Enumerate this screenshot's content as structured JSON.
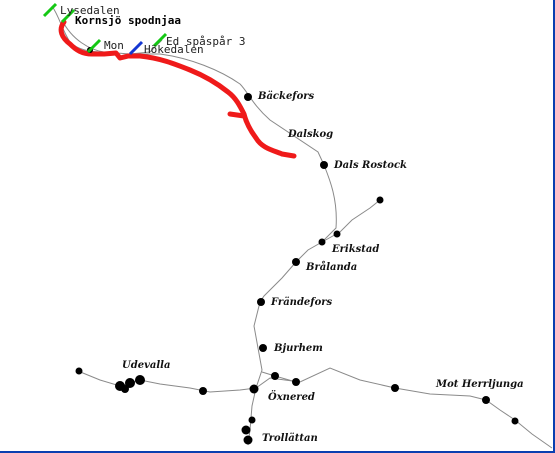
{
  "map": {
    "line_color": "#8a8a8a",
    "route_color": "#ef1a1a",
    "green_marker_color": "#14c814",
    "blue_marker_color": "#1436d2",
    "border_color": "#0a3fb0"
  },
  "places": {
    "backefors": "Bäckefors",
    "dalskog": "Dalskog",
    "dals_rostock": "Dals Rostock",
    "erikstad": "Erikstad",
    "bralanda": "Brålanda",
    "frandefors": "Frändefors",
    "bjurhem": "Bjurhem",
    "udevalla": "Udevalla",
    "oxnered": "Öxnered",
    "trollattan": "Trollättan",
    "mot_herrljunga": "Mot Herrljunga"
  },
  "stations": {
    "lysedalen": "Lysedalen",
    "kornsjo": "Kornsjö spodnjaa",
    "mon": "Mon",
    "ed": "Ed spåspår 3",
    "hokedalen": "Hökedalen"
  }
}
